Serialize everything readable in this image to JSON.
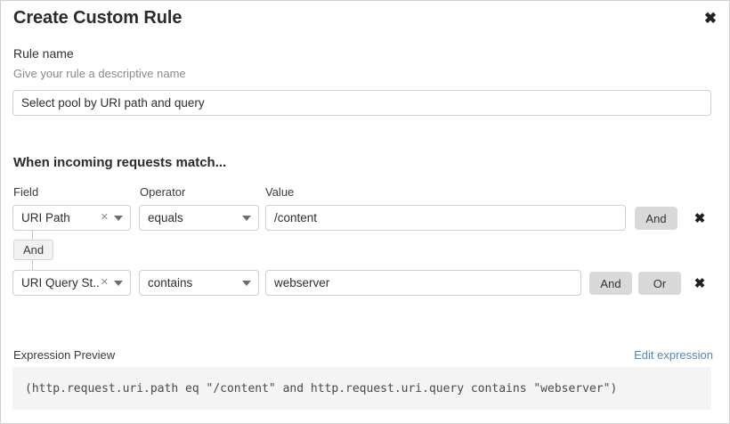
{
  "dialog": {
    "title": "Create Custom Rule",
    "close_icon": "close-icon"
  },
  "rule_name": {
    "label": "Rule name",
    "helper": "Give your rule a descriptive name",
    "value": "Select pool by URI path and query",
    "placeholder": "Enter rule name"
  },
  "match_section": {
    "heading": "When incoming requests match...",
    "columns": {
      "field": "Field",
      "operator": "Operator",
      "value": "Value"
    },
    "connector": {
      "label": "And"
    },
    "rows": [
      {
        "field": "URI Path",
        "field_clear_icon": "clear-icon",
        "field_caret_icon": "chevron-down-icon",
        "operator": "equals",
        "operator_caret_icon": "chevron-down-icon",
        "value": "/content",
        "value_placeholder": "Enter value",
        "buttons": [
          "And"
        ],
        "delete_icon": "close-icon"
      },
      {
        "field": "URI Query St...",
        "field_clear_icon": "clear-icon",
        "field_caret_icon": "chevron-down-icon",
        "operator": "contains",
        "operator_caret_icon": "chevron-down-icon",
        "value": "webserver",
        "value_placeholder": "Enter value",
        "buttons": [
          "And",
          "Or"
        ],
        "delete_icon": "close-icon"
      }
    ]
  },
  "expression_preview": {
    "label": "Expression Preview",
    "edit_link": "Edit expression",
    "expression": "(http.request.uri.path eq \"/content\" and http.request.uri.query contains \"webserver\")"
  },
  "colors": {
    "link": "#5a87ab",
    "button_bg": "#d9d9d9",
    "preview_bg": "#f4f4f4",
    "border": "#cfcfcf"
  }
}
